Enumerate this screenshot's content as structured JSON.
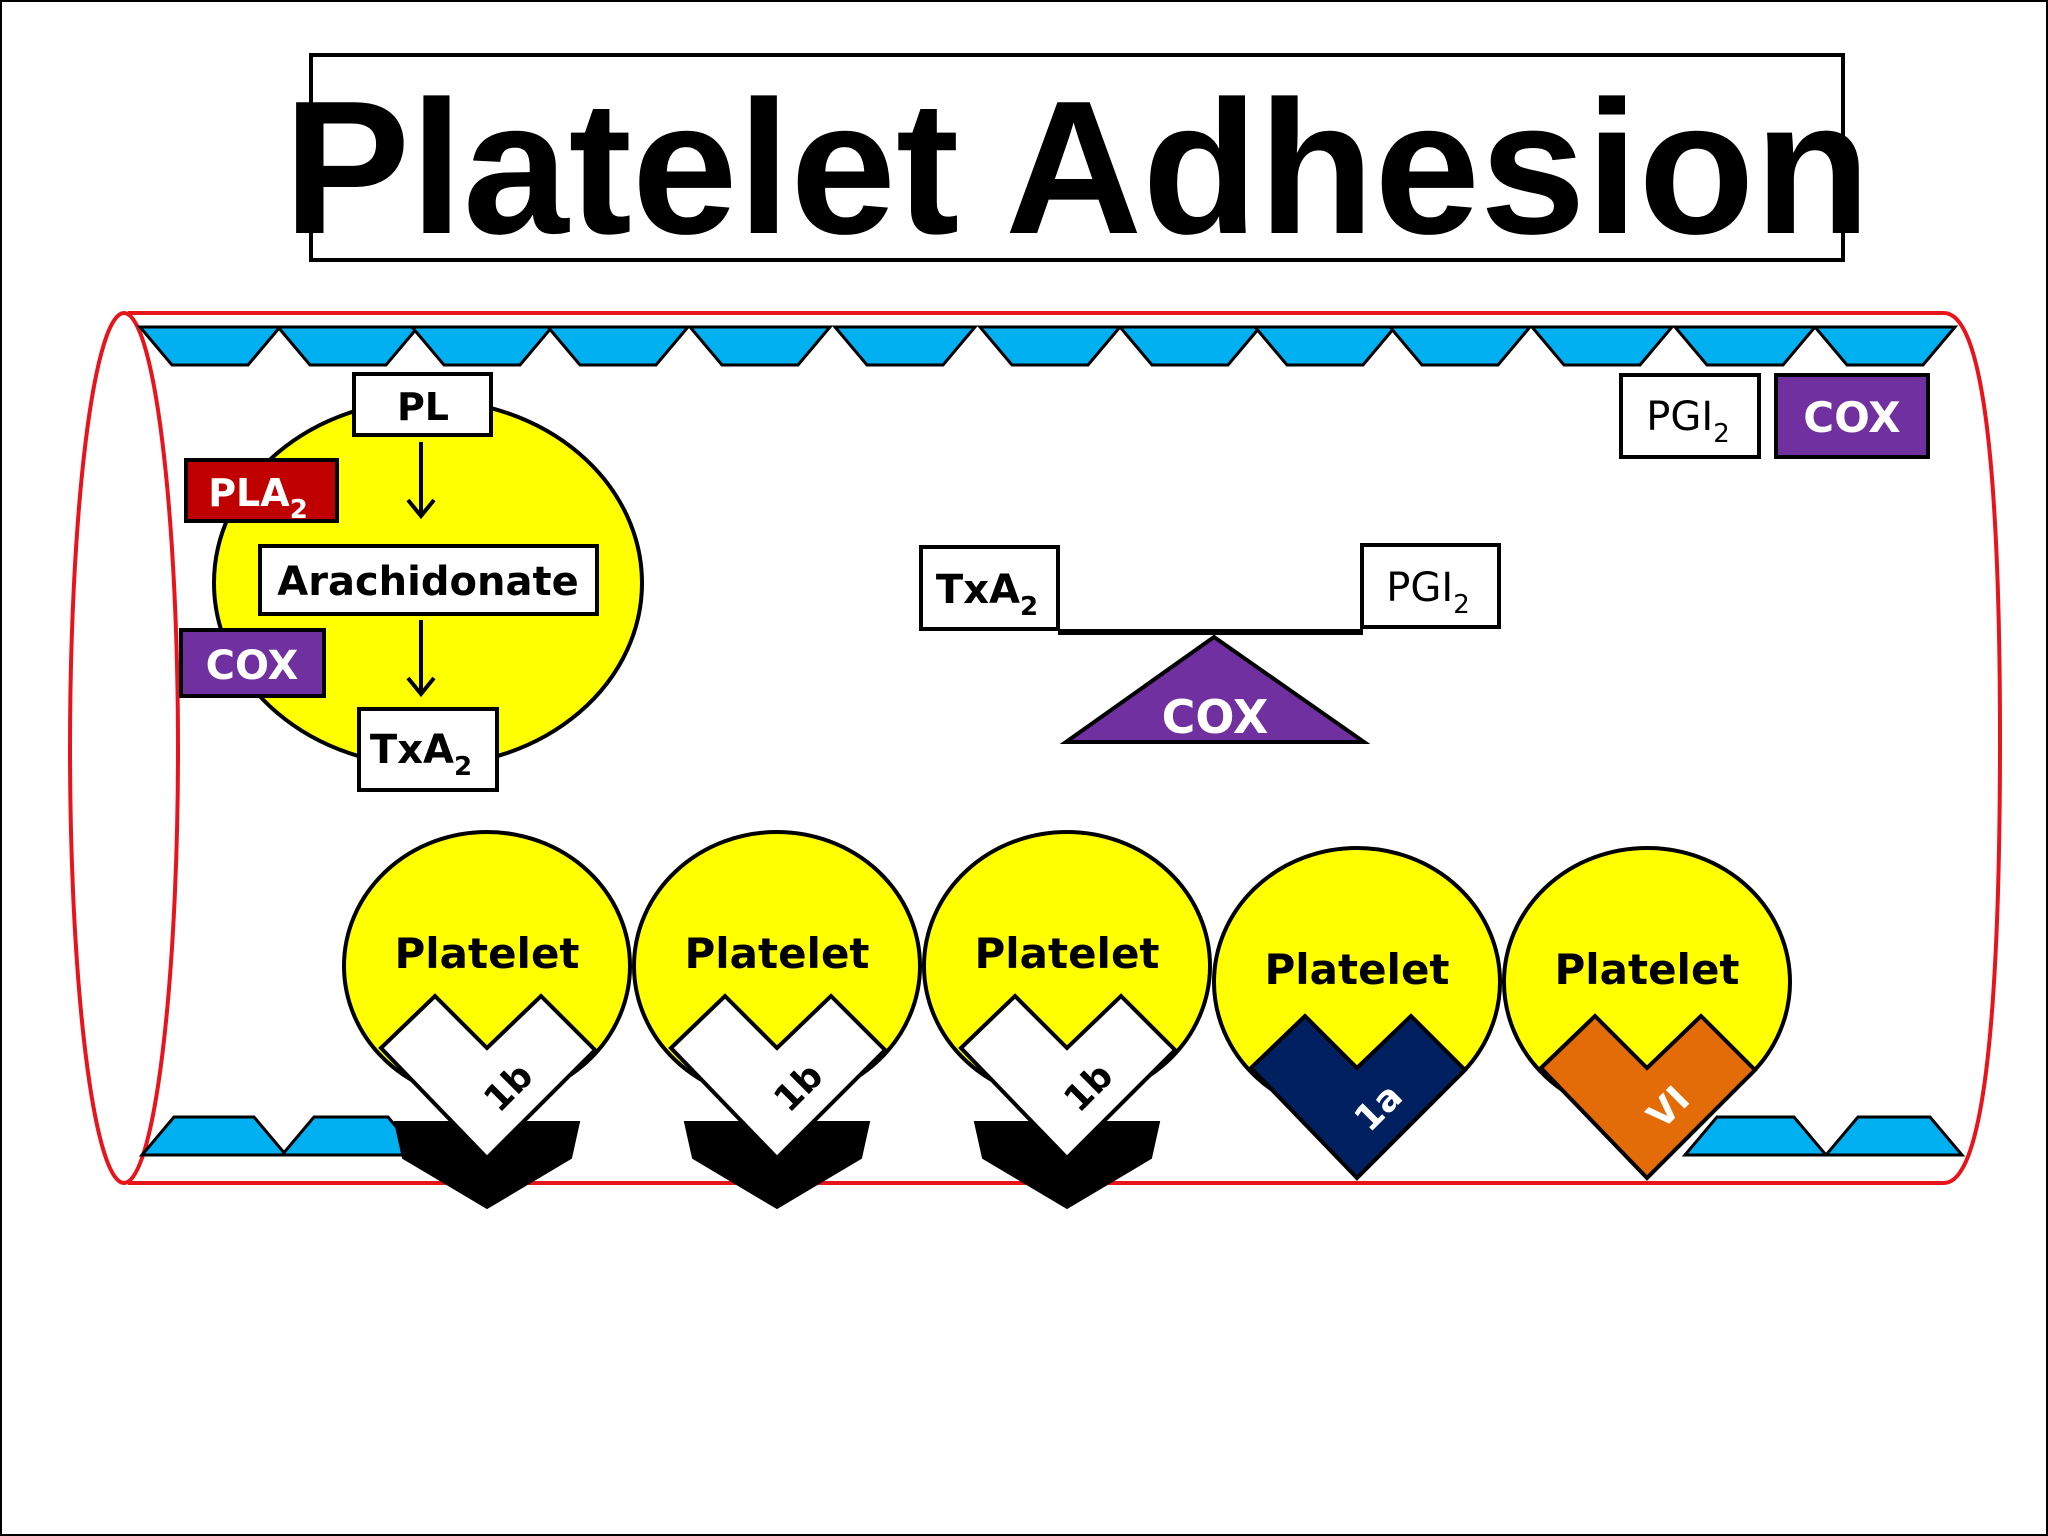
{
  "title": "Platelet Adhesion",
  "colors": {
    "vessel_wall": "#e8141c",
    "endothelium": "#00b0f0",
    "platelet": "#ffff00",
    "cox": "#7030a0",
    "pla2": "#c00000",
    "receptor_1a": "#002060",
    "receptor_VI": "#e36c09",
    "receptor_1b": "#ffffff",
    "collagen": "#000000"
  },
  "pathway": {
    "substrate": "PL",
    "enzyme_pla": "PLA",
    "enzyme_pla_sub": "2",
    "intermediate": "Arachidonate",
    "enzyme_cox": "COX",
    "product": "TxA",
    "product_sub": "2"
  },
  "endothelium_labels": {
    "product": "PGI",
    "product_sub": "2",
    "enzyme": "COX"
  },
  "balance": {
    "left": "TxA",
    "left_sub": "2",
    "right": "PGI",
    "right_sub": "2",
    "fulcrum": "COX"
  },
  "platelets": [
    {
      "label": "Platelet",
      "receptor": "1b"
    },
    {
      "label": "Platelet",
      "receptor": "1b"
    },
    {
      "label": "Platelet",
      "receptor": "1b"
    },
    {
      "label": "Platelet",
      "receptor": "1a"
    },
    {
      "label": "Platelet",
      "receptor": "VI"
    }
  ]
}
